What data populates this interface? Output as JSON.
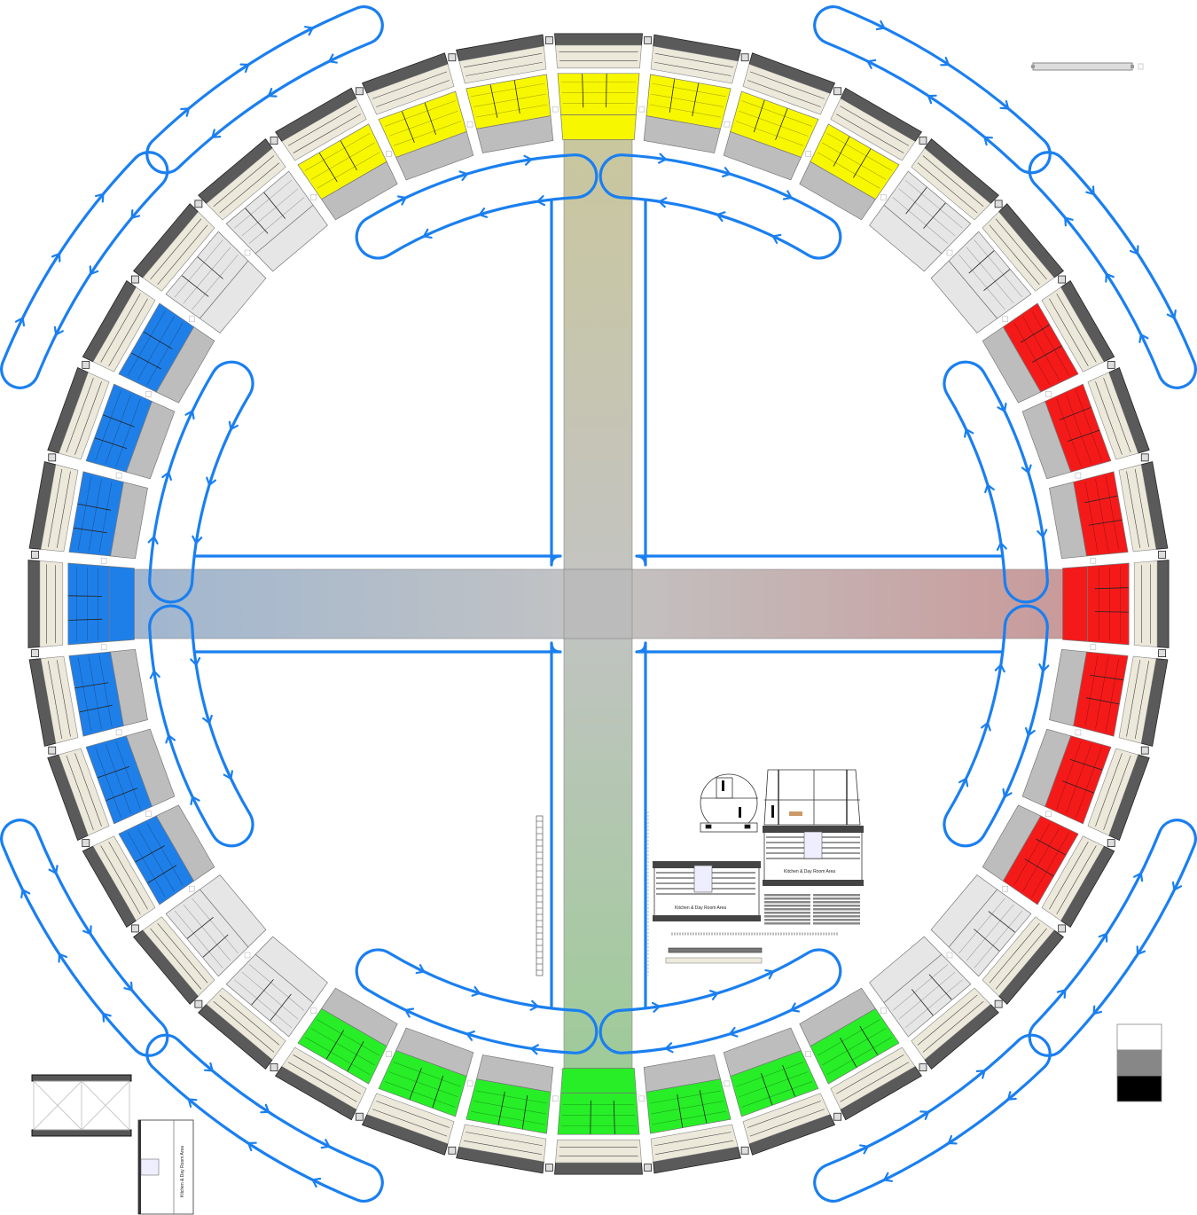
{
  "labels": {
    "kitchen_plan_left": "Kitchen & Day Room Area",
    "kitchen_plan_right": "Kitchen & Day Room Area",
    "kitchen_plan_rotated": "Kitchen & Day Room Area"
  },
  "colors": {
    "flow": "#1a7ff0",
    "yellow_zone": "#f7f700",
    "red_zone": "#f41a1a",
    "green_zone": "#27ee27",
    "blue_zone": "#1f7fe8",
    "transition_zone": "#e6e6e6",
    "inner_band": "#bdbdbd",
    "outer_shell": "#5a5a5a",
    "walkway": "#ece8da",
    "axis_top": "#c9c79c",
    "axis_center": "#c3c3c3",
    "axis_bottom": "#9dcb97",
    "axis_left": "#9fb6d0",
    "axis_right": "#c99999",
    "legend": [
      "#ffffff",
      "#878787",
      "#000000"
    ]
  }
}
